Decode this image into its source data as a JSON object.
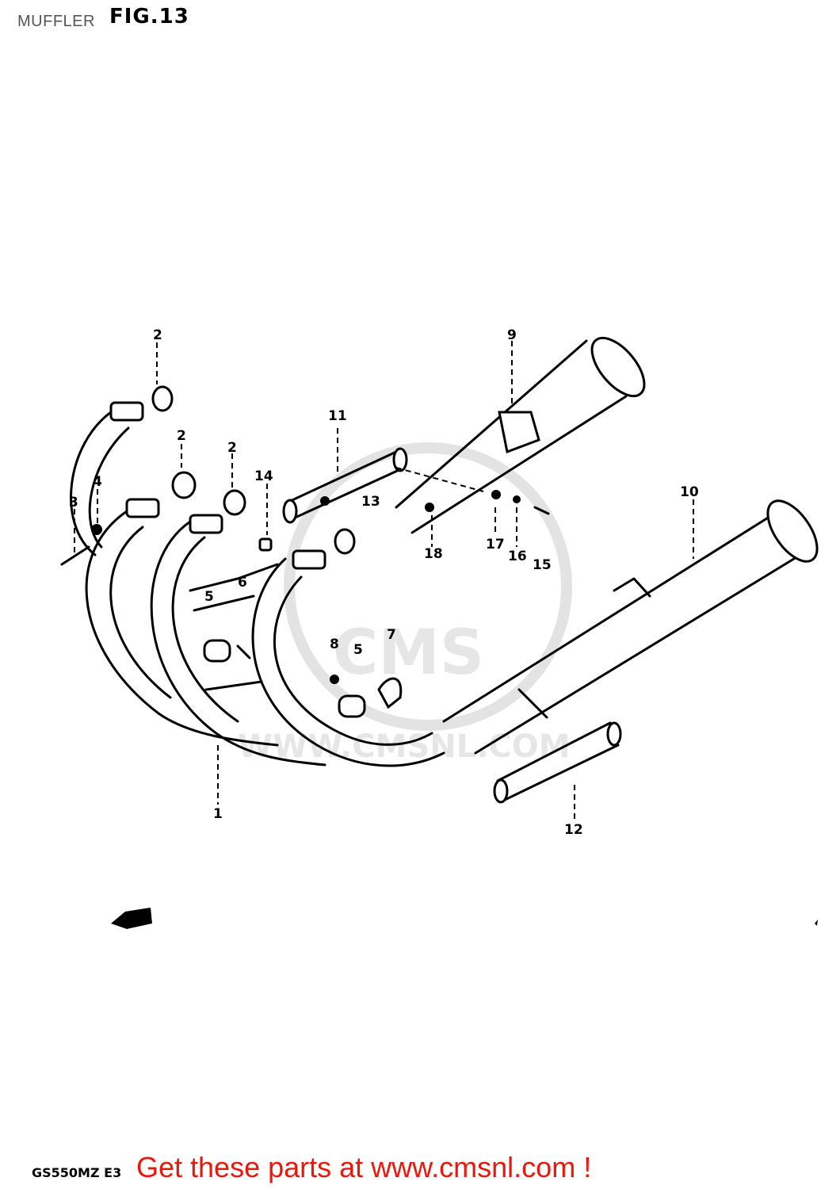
{
  "caption": "MUFFLER",
  "figure_title": "FIG.13",
  "model_code": "GS550MZ E3",
  "cta_text": "Get these parts at www.cmsnl.com !",
  "watermark": {
    "brand": "CMS",
    "site": "WWW.CMSNL.COM"
  },
  "callouts": [
    "1",
    "2",
    "2",
    "2",
    "3",
    "4",
    "5",
    "5",
    "6",
    "7",
    "8",
    "9",
    "10",
    "11",
    "12",
    "13",
    "14",
    "15",
    "16",
    "17",
    "18"
  ],
  "colors": {
    "cta": "#e8180c",
    "caption": "#555555",
    "watermark": "#e3e3e3"
  }
}
